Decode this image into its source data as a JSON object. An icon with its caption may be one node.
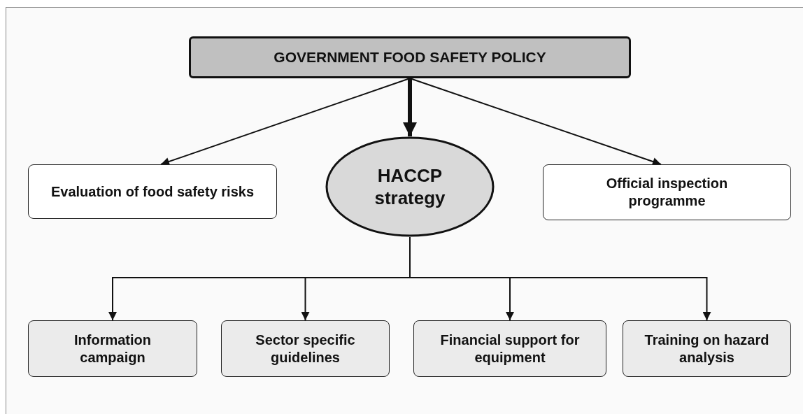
{
  "diagram": {
    "nodes": [
      {
        "text": [
          "GOVERNMENT FOOD SAFETY POLICY"
        ]
      },
      {
        "text": [
          "Evaluation of food safety risks"
        ]
      },
      {
        "text": [
          "HACCP strategy"
        ]
      },
      {
        "text": [
          "Official inspection programme"
        ]
      },
      {
        "text": [
          "Information campaign"
        ]
      },
      {
        "text": [
          "Sector specific guidelines"
        ]
      },
      {
        "text": [
          "Financial support for equipment"
        ]
      },
      {
        "text": [
          "Training on hazard analysis"
        ]
      }
    ],
    "edges": [
      {
        "from": 0,
        "to": 1,
        "arrow": "to"
      },
      {
        "from": 0,
        "to": 2,
        "arrow": "to",
        "style": "thick"
      },
      {
        "from": 0,
        "to": 3,
        "arrow": "to"
      },
      {
        "from": 2,
        "to": 4,
        "arrow": "to"
      },
      {
        "from": 2,
        "to": 5,
        "arrow": "to"
      },
      {
        "from": 2,
        "to": 6,
        "arrow": "to"
      },
      {
        "from": 2,
        "to": 7,
        "arrow": "to"
      }
    ]
  }
}
